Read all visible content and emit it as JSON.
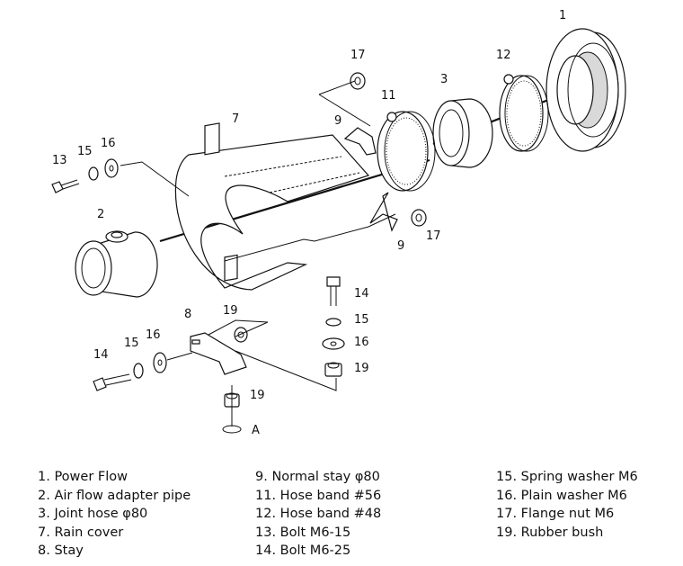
{
  "callouts": {
    "c1": "1",
    "c2": "2",
    "c3": "3",
    "c7": "7",
    "c8": "8",
    "c9a": "9",
    "c9b": "9",
    "c11": "11",
    "c12": "12",
    "c13": "13",
    "c14a": "14",
    "c14b": "14",
    "c15a": "15",
    "c15b": "15",
    "c15c": "15",
    "c16a": "16",
    "c16b": "16",
    "c16c": "16",
    "c17a": "17",
    "c17b": "17",
    "c19a": "19",
    "c19b": "19",
    "c19c": "19",
    "cA": "A"
  },
  "legend": {
    "col1": [
      "1. Power Flow",
      "2. Air flow adapter pipe",
      "3. Joint hose  φ80",
      "7. Rain cover",
      "8. Stay"
    ],
    "col2": [
      "9. Normal stay  φ80",
      "11. Hose band  #56",
      "12. Hose band  #48",
      "13. Bolt  M6-15",
      "14. Bolt  M6-25"
    ],
    "col3": [
      "15. Spring washer  M6",
      "16. Plain washer  M6",
      "17. Flange nut  M6",
      "19. Rubber bush"
    ]
  }
}
